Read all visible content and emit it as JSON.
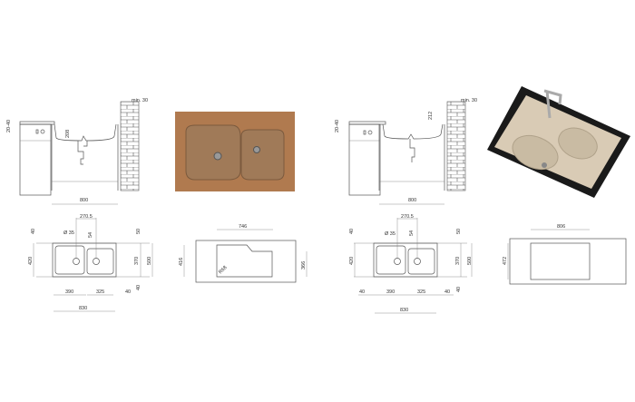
{
  "drawing_a": {
    "side": {
      "wall_gap": "min. 30",
      "counter": "20-40",
      "depth": "208",
      "cabinet_width": "800"
    },
    "plan": {
      "bowl_spacing": "270.5",
      "tap_hole": "Ø 35",
      "tap_offset": "54",
      "top_margin": "40",
      "bowl_depth": "420",
      "rim_top": "50",
      "inner_depth": "370",
      "overall_depth": "500",
      "bottom_margin": "40",
      "bowl_left": "390",
      "bowl_right": "325",
      "right_margin": "40",
      "overall_width": "830"
    },
    "cutout": {
      "width": "746",
      "depth_left": "416",
      "depth_right": "366",
      "radius": "R68"
    },
    "photo": {
      "color": "#b07a4f"
    }
  },
  "drawing_b": {
    "side": {
      "wall_gap": "min. 30",
      "counter": "20-40",
      "depth": "212",
      "cabinet_width": "800"
    },
    "plan": {
      "bowl_spacing": "270.5",
      "tap_hole": "Ø 35",
      "tap_offset": "54",
      "top_margin": "40",
      "bowl_depth": "420",
      "rim_top": "50",
      "inner_depth": "370",
      "overall_depth": "500",
      "bottom_margin": "40",
      "left_margin": "40",
      "bowl_left": "390",
      "bowl_right": "325",
      "right_margin": "40",
      "overall_width": "830"
    },
    "cutout": {
      "width": "806",
      "depth": "472"
    },
    "photo": {
      "sink_color": "#d9cbb5",
      "slab_color": "#1a1a1a"
    }
  }
}
